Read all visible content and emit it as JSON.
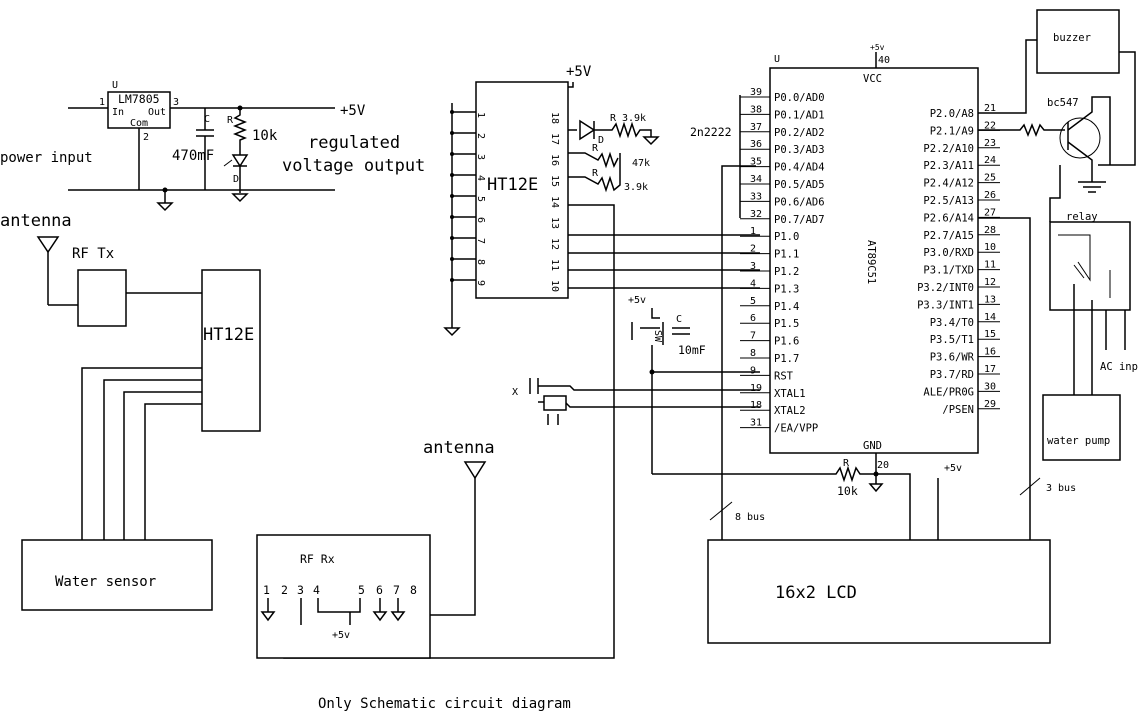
{
  "caption": "Only Schematic circuit diagram",
  "power": {
    "regulator_ref": "U",
    "regulator": "LM7805",
    "reg_in": "In",
    "reg_out": "Out",
    "reg_com": "Com",
    "pin_in": "1",
    "pin_out": "3",
    "pin_com": "2",
    "supply_label": "+5V",
    "input_label": "power input",
    "output_label_line1": "regulated",
    "output_label_line2": "voltage output",
    "cap_ref": "C",
    "cap_value": "470mF",
    "res_ref": "R",
    "res_value": "10k",
    "led_ref": "D"
  },
  "transmitter": {
    "antenna_label": "antenna",
    "rf_tx": "RF Tx",
    "encoder": "HT12E",
    "sensor": "Water sensor"
  },
  "encoder_ic": {
    "name": "HT12E",
    "supply": "+5V",
    "left_pins": [
      "1",
      "2",
      "3",
      "4",
      "5",
      "6",
      "7",
      "8",
      "9"
    ],
    "right_pins": [
      "18",
      "17",
      "16",
      "15",
      "14",
      "13",
      "12",
      "11",
      "10"
    ],
    "led_ref": "D",
    "r1": "R",
    "r1_value": "3.9k",
    "r2": "R",
    "r2_value": "47k",
    "r3": "R",
    "r3_value": "3.9k"
  },
  "receiver": {
    "antenna_label": "antenna",
    "name": "RF Rx",
    "pins": [
      "1",
      "2",
      "3",
      "4",
      "5",
      "6",
      "7",
      "8"
    ],
    "supply": "+5v"
  },
  "mcu": {
    "ref": "U",
    "name": "AT89C51",
    "vcc": "VCC",
    "vcc_pin": "40",
    "vcc_supply": "+5v",
    "gnd": "GND",
    "gnd_pin": "20",
    "left_pins": [
      {
        "num": "39",
        "name": "P0.0/AD0"
      },
      {
        "num": "38",
        "name": "P0.1/AD1"
      },
      {
        "num": "37",
        "name": "P0.2/AD2"
      },
      {
        "num": "36",
        "name": "P0.3/AD3"
      },
      {
        "num": "35",
        "name": "P0.4/AD4"
      },
      {
        "num": "34",
        "name": "P0.5/AD5"
      },
      {
        "num": "33",
        "name": "P0.6/AD6"
      },
      {
        "num": "32",
        "name": "P0.7/AD7"
      },
      {
        "num": "1",
        "name": "P1.0"
      },
      {
        "num": "2",
        "name": "P1.1"
      },
      {
        "num": "3",
        "name": "P1.2"
      },
      {
        "num": "4",
        "name": "P1.3"
      },
      {
        "num": "5",
        "name": "P1.4"
      },
      {
        "num": "6",
        "name": "P1.5"
      },
      {
        "num": "7",
        "name": "P1.6"
      },
      {
        "num": "8",
        "name": "P1.7"
      },
      {
        "num": "9",
        "name": "RST"
      },
      {
        "num": "19",
        "name": "XTAL1"
      },
      {
        "num": "18",
        "name": "XTAL2"
      },
      {
        "num": "31",
        "name": "/EA/VPP"
      }
    ],
    "right_pins": [
      {
        "num": "21",
        "name": "P2.0/A8"
      },
      {
        "num": "22",
        "name": "P2.1/A9"
      },
      {
        "num": "23",
        "name": "P2.2/A10"
      },
      {
        "num": "24",
        "name": "P2.3/A11"
      },
      {
        "num": "25",
        "name": "P2.4/A12"
      },
      {
        "num": "26",
        "name": "P2.5/A13"
      },
      {
        "num": "27",
        "name": "P2.6/A14"
      },
      {
        "num": "28",
        "name": "P2.7/A15"
      },
      {
        "num": "10",
        "name": "P3.0/RXD"
      },
      {
        "num": "11",
        "name": "P3.1/TXD"
      },
      {
        "num": "12",
        "name": "P3.2/INT0"
      },
      {
        "num": "13",
        "name": "P3.3/INT1"
      },
      {
        "num": "14",
        "name": "P3.4/T0"
      },
      {
        "num": "15",
        "name": "P3.5/T1"
      },
      {
        "num": "16",
        "name": "P3.6/WR"
      },
      {
        "num": "17",
        "name": "P3.7/RD"
      },
      {
        "num": "30",
        "name": "ALE/PR0G"
      },
      {
        "num": "29",
        "name": "/PSEN"
      }
    ],
    "part_2n2222": "2n2222",
    "reset_supply": "+5v",
    "switch_ref": "SW",
    "reset_cap_ref": "C",
    "reset_cap_value": "10mF",
    "crystal_ref": "X",
    "pot_ref": "R",
    "pot_value": "10k",
    "bus8": "8 bus",
    "bus3": "3 bus",
    "lcd_supply": "+5v"
  },
  "outputs": {
    "buzzer": "buzzer",
    "transistor": "bc547",
    "relay": "relay",
    "ac_input": "AC inp",
    "pump": "water pump",
    "lcd": "16x2 LCD"
  }
}
